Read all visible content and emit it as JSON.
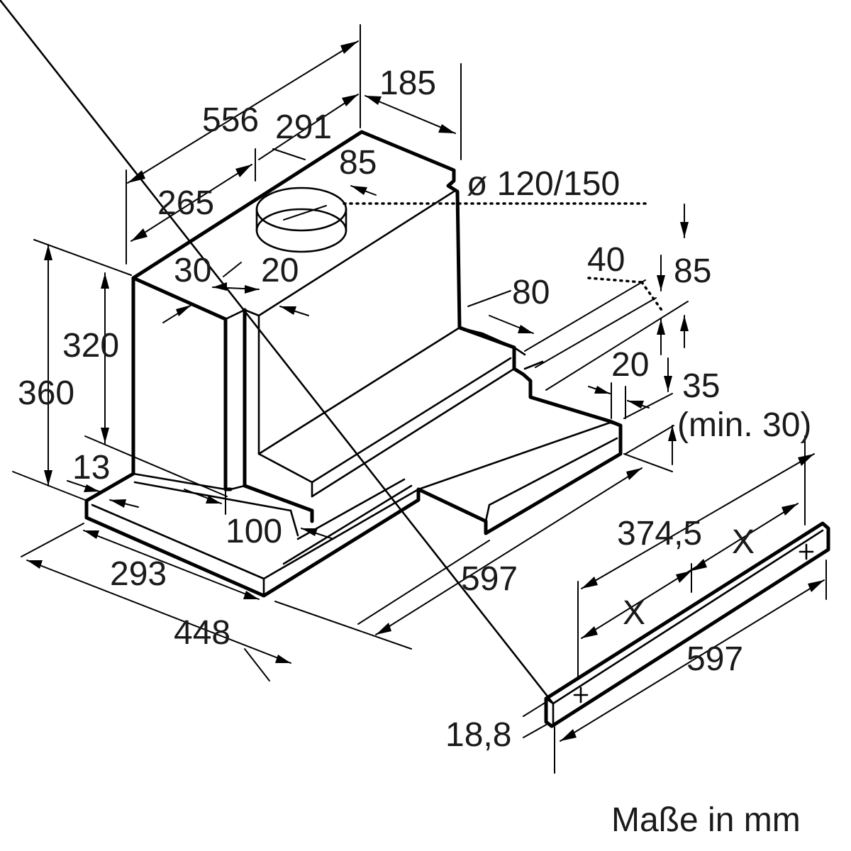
{
  "diagram": {
    "dimensions": {
      "d556": "556",
      "d291": "291",
      "d185": "185",
      "d85_top": "85",
      "d_outlet": "ø 120/150",
      "d265": "265",
      "d30": "30",
      "d20_top": "20",
      "d320": "320",
      "d360": "360",
      "d13": "13",
      "d100": "100",
      "d293": "293",
      "d448": "448",
      "d597_main": "597",
      "d80": "80",
      "d40": "40",
      "d85_right": "85",
      "d20_right": "20",
      "d35": "35",
      "d_min30": "(min. 30)",
      "d374_5": "374,5",
      "x_upper": "X",
      "x_lower": "X",
      "d597_bar": "597",
      "d18_8": "18,8"
    },
    "unit_note": "Maße in mm"
  }
}
